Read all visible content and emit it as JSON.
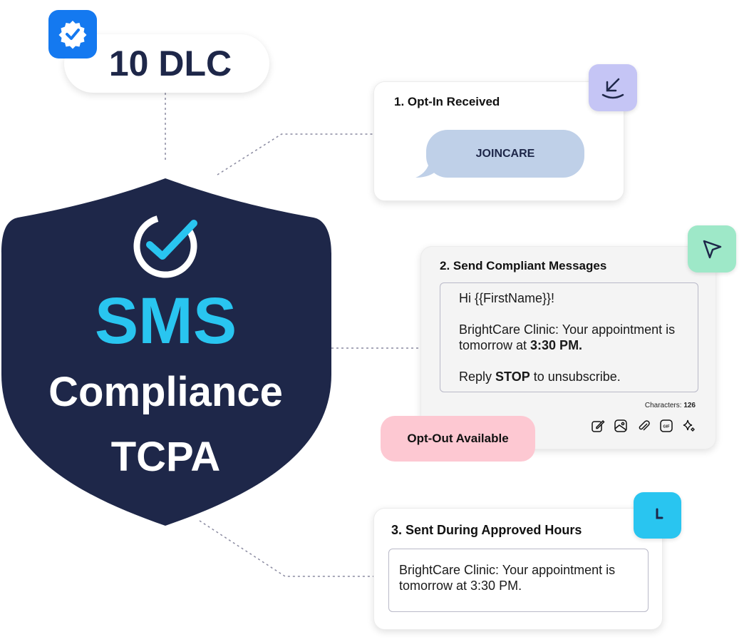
{
  "badge": {
    "label": "10 DLC",
    "icon": "verified-badge-icon",
    "color": "#1479f0"
  },
  "shield": {
    "line1": "SMS",
    "line2": "Compliance",
    "line3": "TCPA",
    "color": "#1e2749",
    "accent": "#29c5f0"
  },
  "step1": {
    "title": "1. Opt-In Received",
    "bubble": "JOINCARE",
    "icon": "arrow-down-left-icon"
  },
  "step2": {
    "title": "2. Send Compliant Messages",
    "greeting": "Hi {{FirstName}}!",
    "body_prefix": "BrightCare Clinic: Your appointment is tomorrow at ",
    "body_time": "3:30 PM.",
    "reply_prefix": "Reply ",
    "reply_keyword": "STOP",
    "reply_suffix": " to unsubscribe.",
    "characters_label": "Characters:",
    "characters_count": "126",
    "optout": "Opt-Out Available",
    "icon": "send-cursor-icon",
    "toolbar": [
      "edit-icon",
      "image-icon",
      "attach-icon",
      "gif-icon",
      "sparkle-icon"
    ],
    "gif_label": "GIF"
  },
  "step3": {
    "title": "3. Sent During Approved Hours",
    "message": "BrightCare Clinic: Your appointment is tomorrow at 3:30 PM.",
    "icon": "clock-icon"
  }
}
